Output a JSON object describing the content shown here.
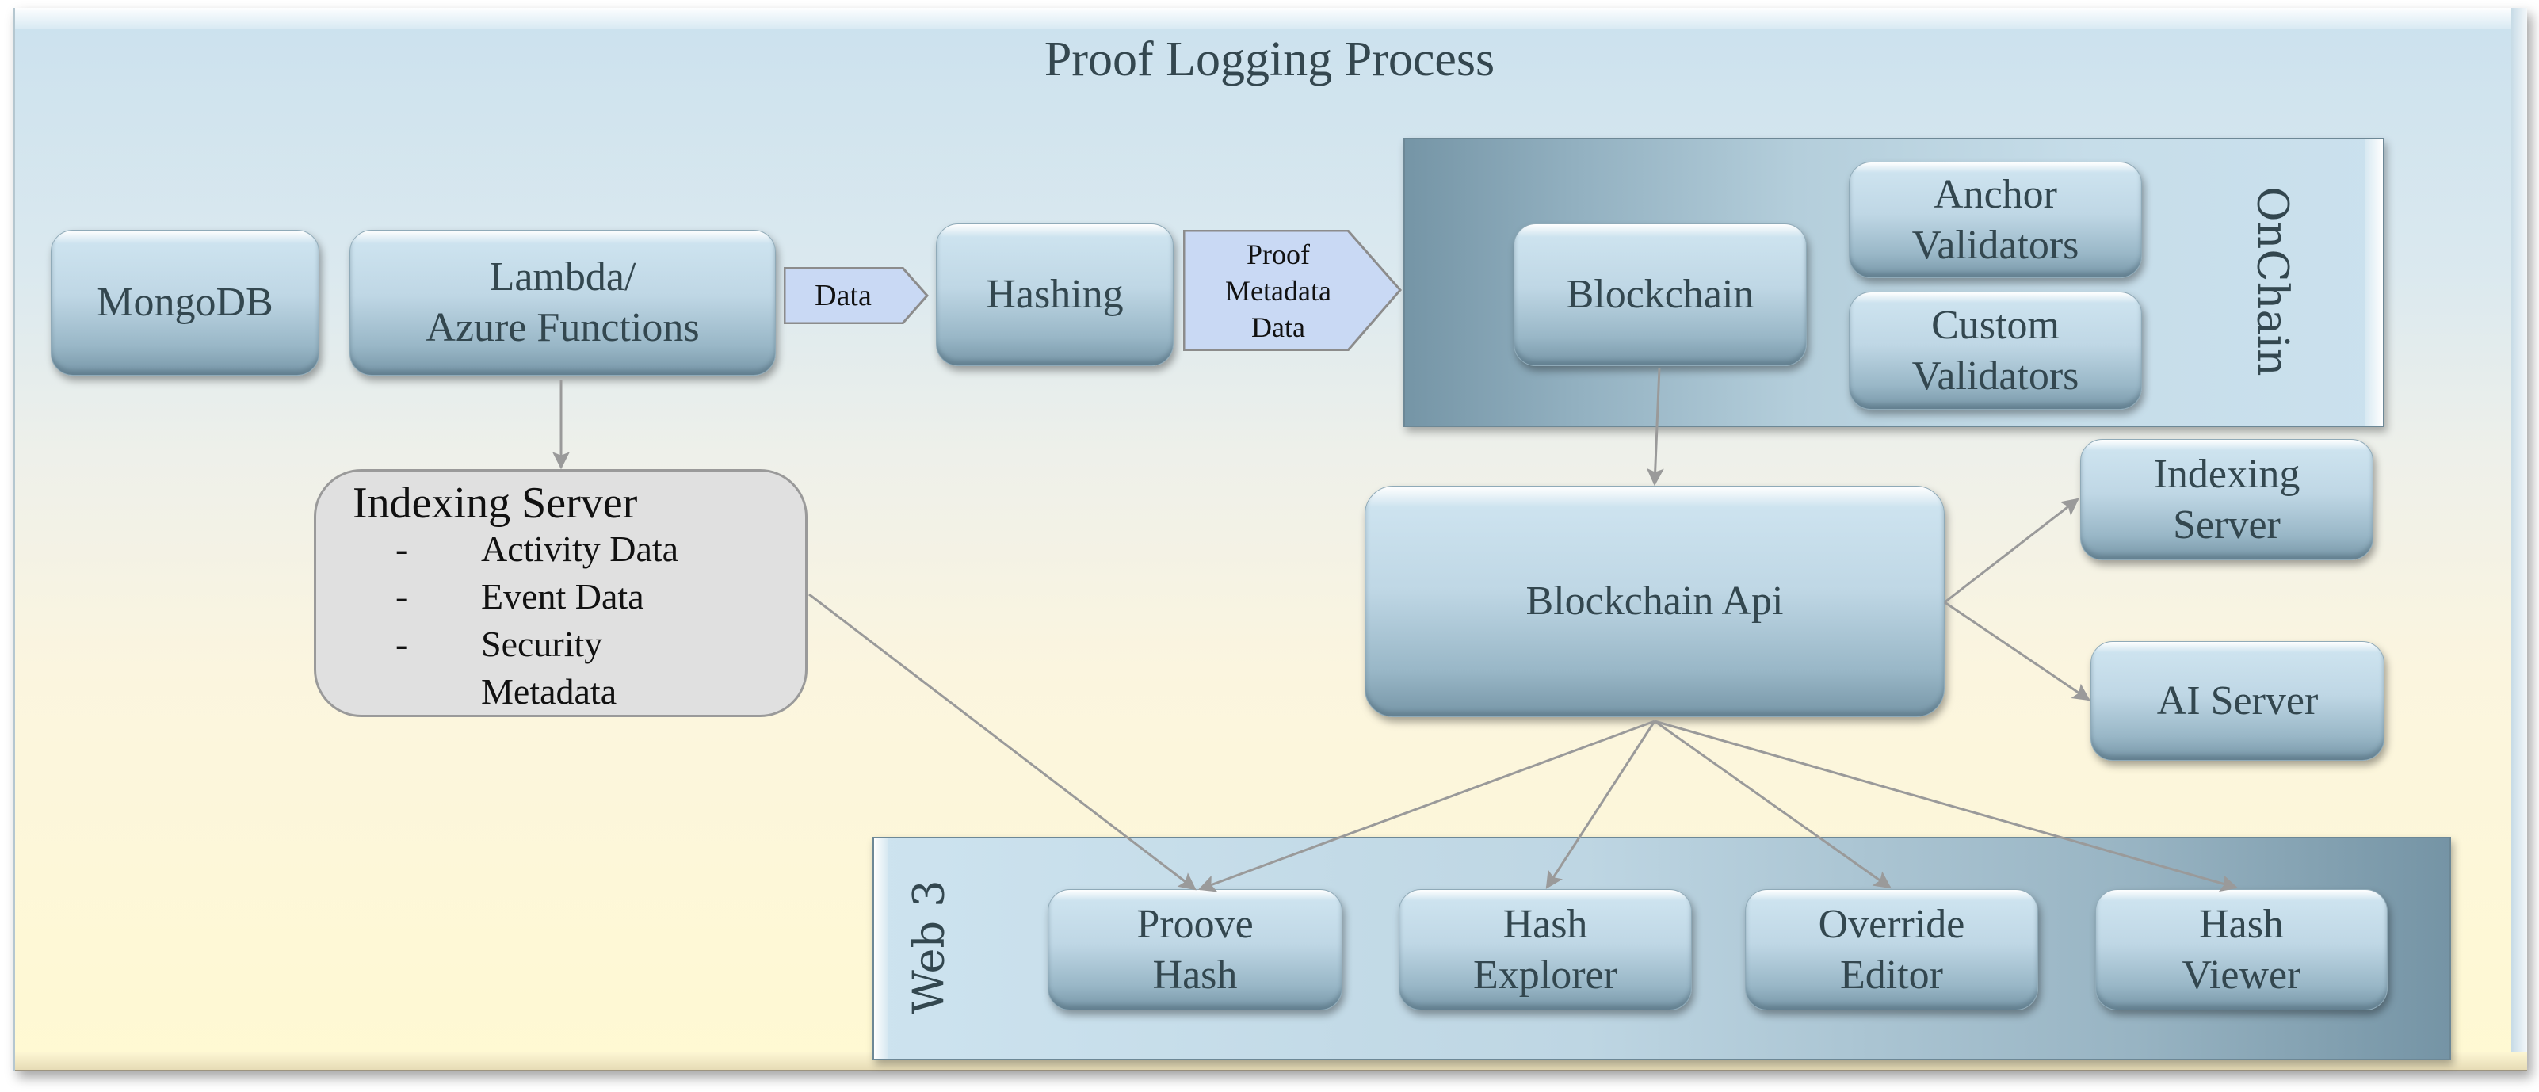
{
  "diagram": {
    "title": "Proof Logging Process",
    "nodes": {
      "mongodb": "MongoDB",
      "lambda_line1": "Lambda/",
      "lambda_line2": "Azure Functions",
      "hashing": "Hashing",
      "blockchain": "Blockchain",
      "anchor_line1": "Anchor",
      "anchor_line2": "Validators",
      "custom_line1": "Custom",
      "custom_line2": "Validators",
      "blockchain_api": "Blockchain Api",
      "indexing_right_line1": "Indexing",
      "indexing_right_line2": "Server",
      "ai_server": "AI Server",
      "proove_line1": "Proove",
      "proove_line2": "Hash",
      "explorer_line1": "Hash",
      "explorer_line2": "Explorer",
      "override_line1": "Override",
      "override_line2": "Editor",
      "viewer_line1": "Hash",
      "viewer_line2": "Viewer"
    },
    "flow_labels": {
      "data": "Data",
      "proof_line1": "Proof",
      "proof_line2": "Metadata",
      "proof_line3": "Data"
    },
    "groups": {
      "onchain": "OnChain",
      "web3": "Web 3"
    },
    "indexing_server": {
      "title": "Indexing Server",
      "bullet": "-",
      "items": [
        "Activity Data",
        "Event Data",
        "Security",
        "Metadata"
      ]
    },
    "colors": {
      "node_text": "#33474f",
      "connector": "#9a9a9a",
      "chevron_fill": "#c9d9f4",
      "chevron_stroke": "#8c8c8c"
    }
  }
}
